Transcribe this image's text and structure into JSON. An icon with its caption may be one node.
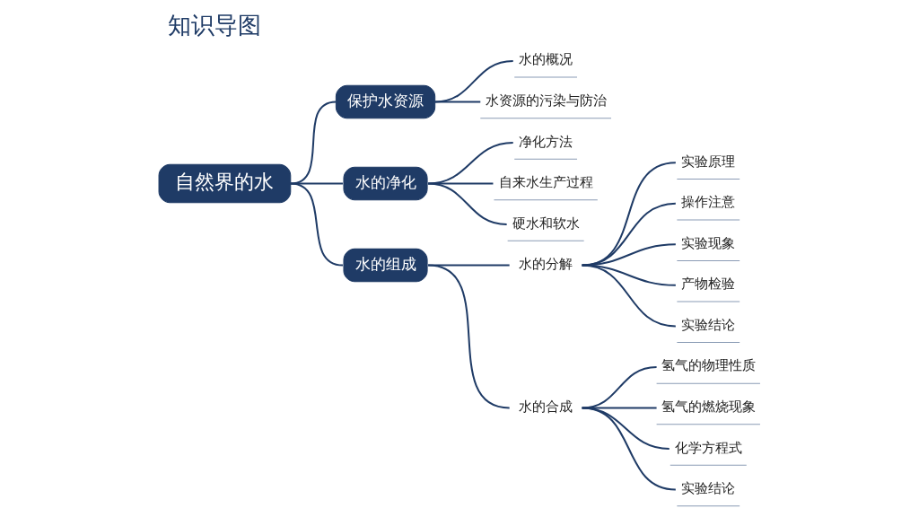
{
  "diagram": {
    "title": "知识导图",
    "nodes": [
      {
        "text": [
          "自然界的水"
        ]
      },
      {
        "text": [
          "保护水资源"
        ]
      },
      {
        "text": [
          "水的概况"
        ]
      },
      {
        "text": [
          "水资源的污染与防治"
        ]
      },
      {
        "text": [
          "水的净化"
        ]
      },
      {
        "text": [
          "净化方法"
        ]
      },
      {
        "text": [
          "自来水生产过程"
        ]
      },
      {
        "text": [
          "硬水和软水"
        ]
      },
      {
        "text": [
          "水的组成"
        ]
      },
      {
        "text": [
          "水的分解"
        ]
      },
      {
        "text": [
          "实验原理"
        ]
      },
      {
        "text": [
          "操作注意"
        ]
      },
      {
        "text": [
          "实验现象"
        ]
      },
      {
        "text": [
          "产物检验"
        ]
      },
      {
        "text": [
          "实验结论"
        ]
      },
      {
        "text": [
          "水的合成"
        ]
      },
      {
        "text": [
          "氢气的物理性质"
        ]
      },
      {
        "text": [
          "氢气的燃烧现象"
        ]
      },
      {
        "text": [
          "化学方程式"
        ]
      },
      {
        "text": [
          "实验结论"
        ]
      }
    ],
    "edges": [
      {
        "from": 0,
        "to": 1,
        "arrow": "none"
      },
      {
        "from": 1,
        "to": 2,
        "arrow": "none"
      },
      {
        "from": 1,
        "to": 3,
        "arrow": "none"
      },
      {
        "from": 0,
        "to": 4,
        "arrow": "none"
      },
      {
        "from": 4,
        "to": 5,
        "arrow": "none"
      },
      {
        "from": 4,
        "to": 6,
        "arrow": "none"
      },
      {
        "from": 4,
        "to": 7,
        "arrow": "none"
      },
      {
        "from": 0,
        "to": 8,
        "arrow": "none"
      },
      {
        "from": 8,
        "to": 9,
        "arrow": "none"
      },
      {
        "from": 9,
        "to": 10,
        "arrow": "none"
      },
      {
        "from": 9,
        "to": 11,
        "arrow": "none"
      },
      {
        "from": 9,
        "to": 12,
        "arrow": "none"
      },
      {
        "from": 9,
        "to": 13,
        "arrow": "none"
      },
      {
        "from": 9,
        "to": 14,
        "arrow": "none"
      },
      {
        "from": 8,
        "to": 15,
        "arrow": "none"
      },
      {
        "from": 15,
        "to": 16,
        "arrow": "none"
      },
      {
        "from": 15,
        "to": 17,
        "arrow": "none"
      },
      {
        "from": 15,
        "to": 18,
        "arrow": "none"
      },
      {
        "from": 15,
        "to": 19,
        "arrow": "none"
      }
    ]
  }
}
